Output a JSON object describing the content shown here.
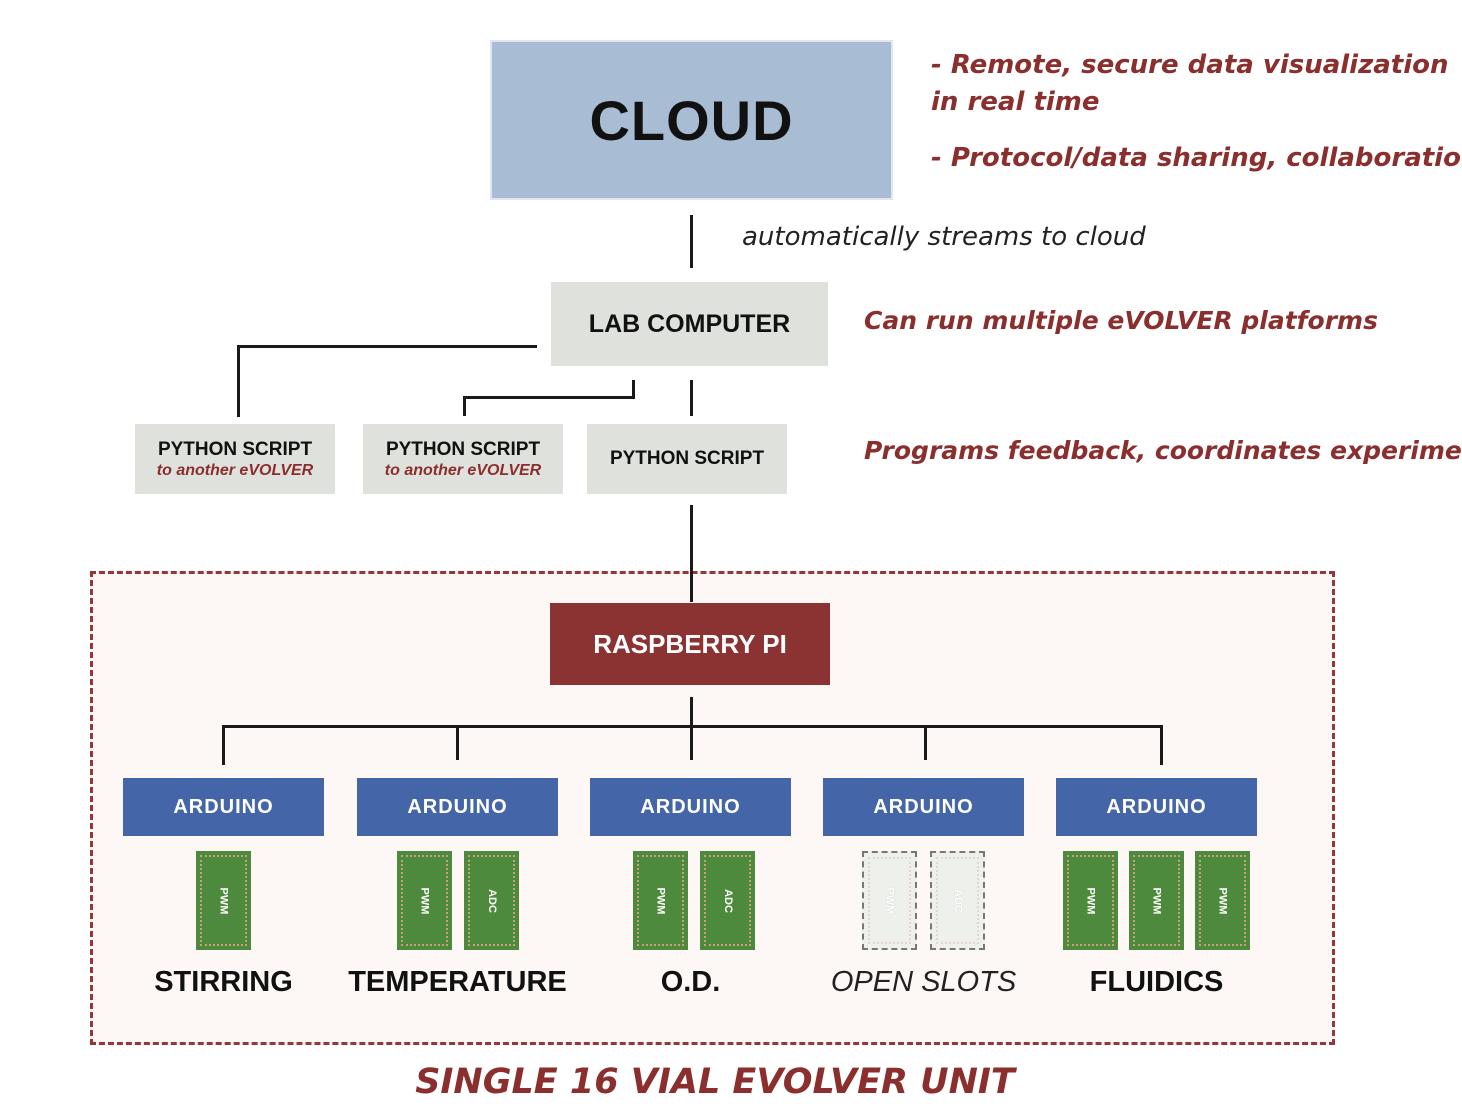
{
  "cloud": {
    "title": "CLOUD"
  },
  "cloud_notes": [
    "- Remote, secure data  visualization",
    "in real time",
    "- Protocol/data sharing, collaboration"
  ],
  "stream_label": "automatically streams to cloud",
  "lab_computer": {
    "title": "LAB COMPUTER",
    "note": "Can run multiple eVOLVER platforms"
  },
  "python_scripts": [
    {
      "title": "PYTHON SCRIPT",
      "subtitle": "to another eVOLVER"
    },
    {
      "title": "PYTHON SCRIPT",
      "subtitle": "to another eVOLVER"
    },
    {
      "title": "PYTHON SCRIPT",
      "subtitle": ""
    }
  ],
  "python_note": "Programs feedback, coordinates experiment",
  "raspberry_pi": {
    "title": "RASPBERRY PI"
  },
  "arduinos": [
    {
      "label": "ARDUINO",
      "chips": [
        "PWM"
      ],
      "name": "STIRRING"
    },
    {
      "label": "ARDUINO",
      "chips": [
        "PWM",
        "ADC"
      ],
      "name": "TEMPERATURE"
    },
    {
      "label": "ARDUINO",
      "chips": [
        "PWM",
        "ADC"
      ],
      "name": "O.D."
    },
    {
      "label": "ARDUINO",
      "chips": [
        "PWM",
        "ADC"
      ],
      "name": "OPEN SLOTS",
      "open": true
    },
    {
      "label": "ARDUINO",
      "chips": [
        "PWM",
        "PWM",
        "PWM"
      ],
      "name": "FLUIDICS"
    }
  ],
  "unit_caption": "SINGLE 16 VIAL EVOLVER UNIT",
  "colors": {
    "note": "#8b2e2e",
    "cloud": "#a8bdd3",
    "arduino": "#4466a8",
    "raspberry": "#8b3333",
    "chip": "#4e8a3e"
  }
}
